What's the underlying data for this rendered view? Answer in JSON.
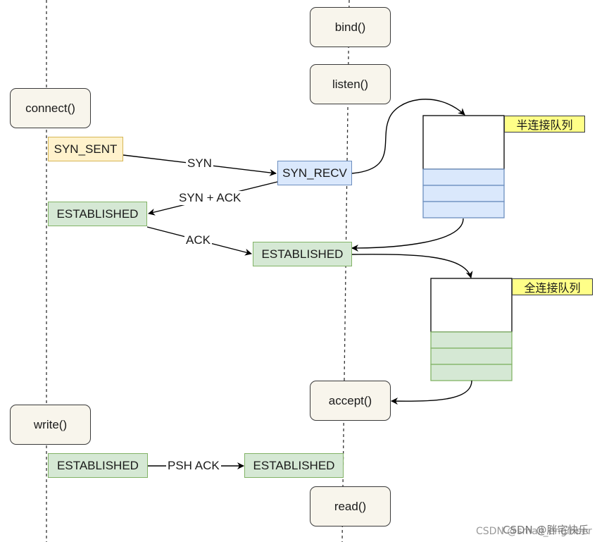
{
  "calls": {
    "bind": "bind()",
    "listen": "listen()",
    "connect": "connect()",
    "accept": "accept()",
    "write": "write()",
    "read": "read()"
  },
  "states": {
    "syn_sent": "SYN_SENT",
    "syn_recv": "SYN_RECV",
    "client_established_1": "ESTABLISHED",
    "server_established_1": "ESTABLISHED",
    "client_established_2": "ESTABLISHED",
    "server_established_2": "ESTABLISHED"
  },
  "edges": {
    "syn": "SYN",
    "syn_ack": "SYN + ACK",
    "ack": "ACK",
    "psh_ack": "PSH ACK"
  },
  "queues": {
    "half": {
      "label": "半连接队列",
      "fill": "#dae8fc",
      "stroke": "#6c8ebf"
    },
    "full": {
      "label": "全连接队列",
      "fill": "#d5e8d4",
      "stroke": "#82b366"
    }
  },
  "watermark": {
    "back": "CSDN @small_engineer",
    "front": "CSDN @胖宅快乐"
  }
}
